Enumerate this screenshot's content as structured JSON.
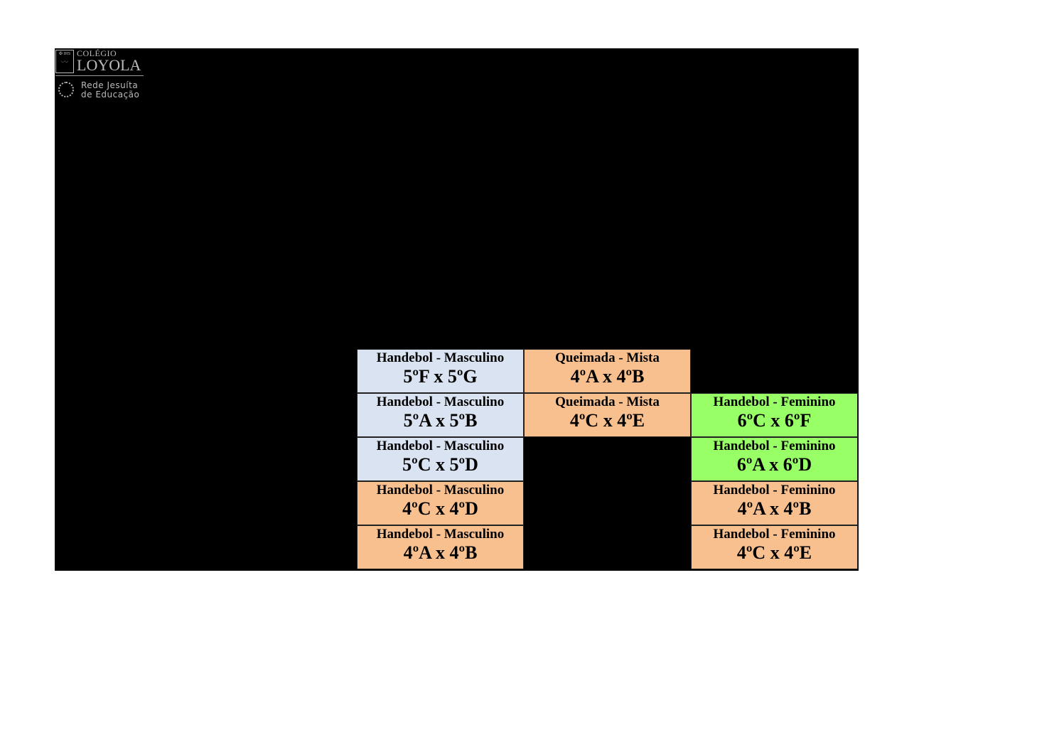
{
  "logo": {
    "school_small": "COLÉGIO",
    "school_name": "LOYOLA",
    "network_line1": "Rede Jesuíta",
    "network_line2": "de Educação"
  },
  "colors": {
    "blue": "#dae3f1",
    "orange": "#f8c08f",
    "green": "#99ff66"
  },
  "cells": [
    {
      "row": 1,
      "col": 1,
      "color": "blue",
      "title": "Handebol - Masculino",
      "match": "5ºF x 5ºG"
    },
    {
      "row": 1,
      "col": 2,
      "color": "orange",
      "title": "Queimada - Mista",
      "match": "4ºA x 4ºB"
    },
    {
      "row": 2,
      "col": 1,
      "color": "blue",
      "title": "Handebol - Masculino",
      "match": "5ºA x 5ºB"
    },
    {
      "row": 2,
      "col": 2,
      "color": "orange",
      "title": "Queimada - Mista",
      "match": "4ºC x 4ºE"
    },
    {
      "row": 2,
      "col": 3,
      "color": "green",
      "title": "Handebol - Feminino",
      "match": "6ºC x 6ºF"
    },
    {
      "row": 3,
      "col": 1,
      "color": "blue",
      "title": "Handebol - Masculino",
      "match": "5ºC x 5ºD"
    },
    {
      "row": 3,
      "col": 3,
      "color": "green",
      "title": "Handebol - Feminino",
      "match": "6ºA x 6ºD"
    },
    {
      "row": 4,
      "col": 1,
      "color": "orange",
      "title": "Handebol - Masculino",
      "match": "4ºC x 4ºD"
    },
    {
      "row": 4,
      "col": 3,
      "color": "orange",
      "title": "Handebol - Feminino",
      "match": "4ºA x 4ºB"
    },
    {
      "row": 5,
      "col": 1,
      "color": "orange",
      "title": "Handebol - Masculino",
      "match": "4ºA x 4ºB"
    },
    {
      "row": 5,
      "col": 3,
      "color": "orange",
      "title": "Handebol - Feminino",
      "match": "4ºC x 4ºE"
    }
  ]
}
